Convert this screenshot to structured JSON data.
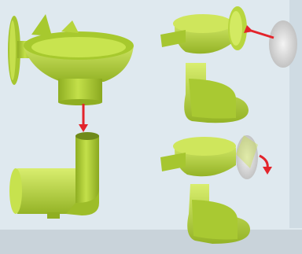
{
  "colors": {
    "background_light": "#dfe9ef",
    "background_panel": "#cfdbe3",
    "background_floor": "#c9d3da",
    "part_green": "#b3d43a",
    "part_green_light": "#d8ec6c",
    "part_green_dark": "#7f9d1f",
    "arrow_red": "#e3242b",
    "suction_cup_white": "#e7e7e7",
    "suction_cup_shadow": "#b8b8b8"
  },
  "figure": {
    "left_assembly": "funnel-bowl-with-suction-cup-above-elbow-pipe",
    "top_right_assembly": "bowl-with-spout-and-detached-suction-cup",
    "bottom_right_assembly": "bowl-with-spout-and-attached-suction-cup",
    "arrows": [
      "down-arrow",
      "suction-cup-arrow",
      "rotate-arrow"
    ]
  }
}
